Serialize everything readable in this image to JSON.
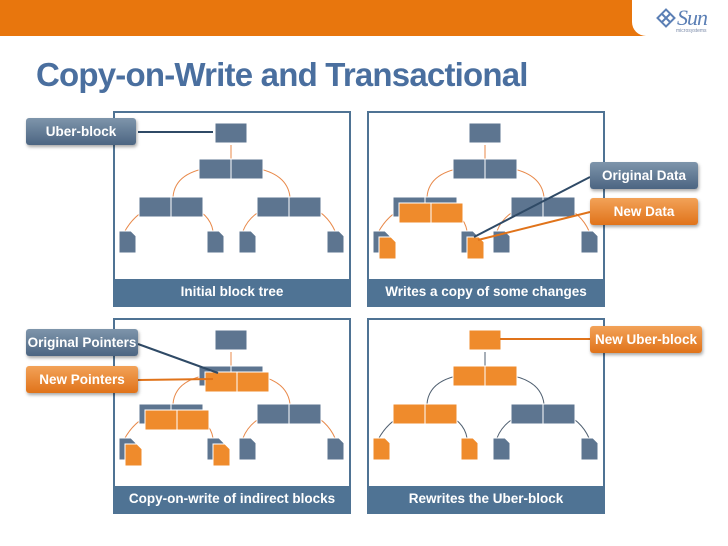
{
  "title": "Copy-on-Write and Transactional",
  "logo": {
    "name": "Sun",
    "tagline": "microsystems"
  },
  "panels": [
    {
      "caption": "Initial block tree"
    },
    {
      "caption": "Writes a copy of some changes"
    },
    {
      "caption": "Copy-on-write of indirect blocks"
    },
    {
      "caption": "Rewrites the Uber-block"
    }
  ],
  "labels": {
    "uber_block": "Uber-block",
    "original_data": "Original Data",
    "new_data": "New Data",
    "original_pointers": "Original Pointers",
    "new_pointers": "New Pointers",
    "new_uber_block": "New Uber-block"
  },
  "colors": {
    "header_orange": "#e8760d",
    "title_blue": "#4a6f9f",
    "panel_blue": "#4f7394",
    "block_grey": "#5d7590",
    "block_orange": "#ef8b2c"
  }
}
